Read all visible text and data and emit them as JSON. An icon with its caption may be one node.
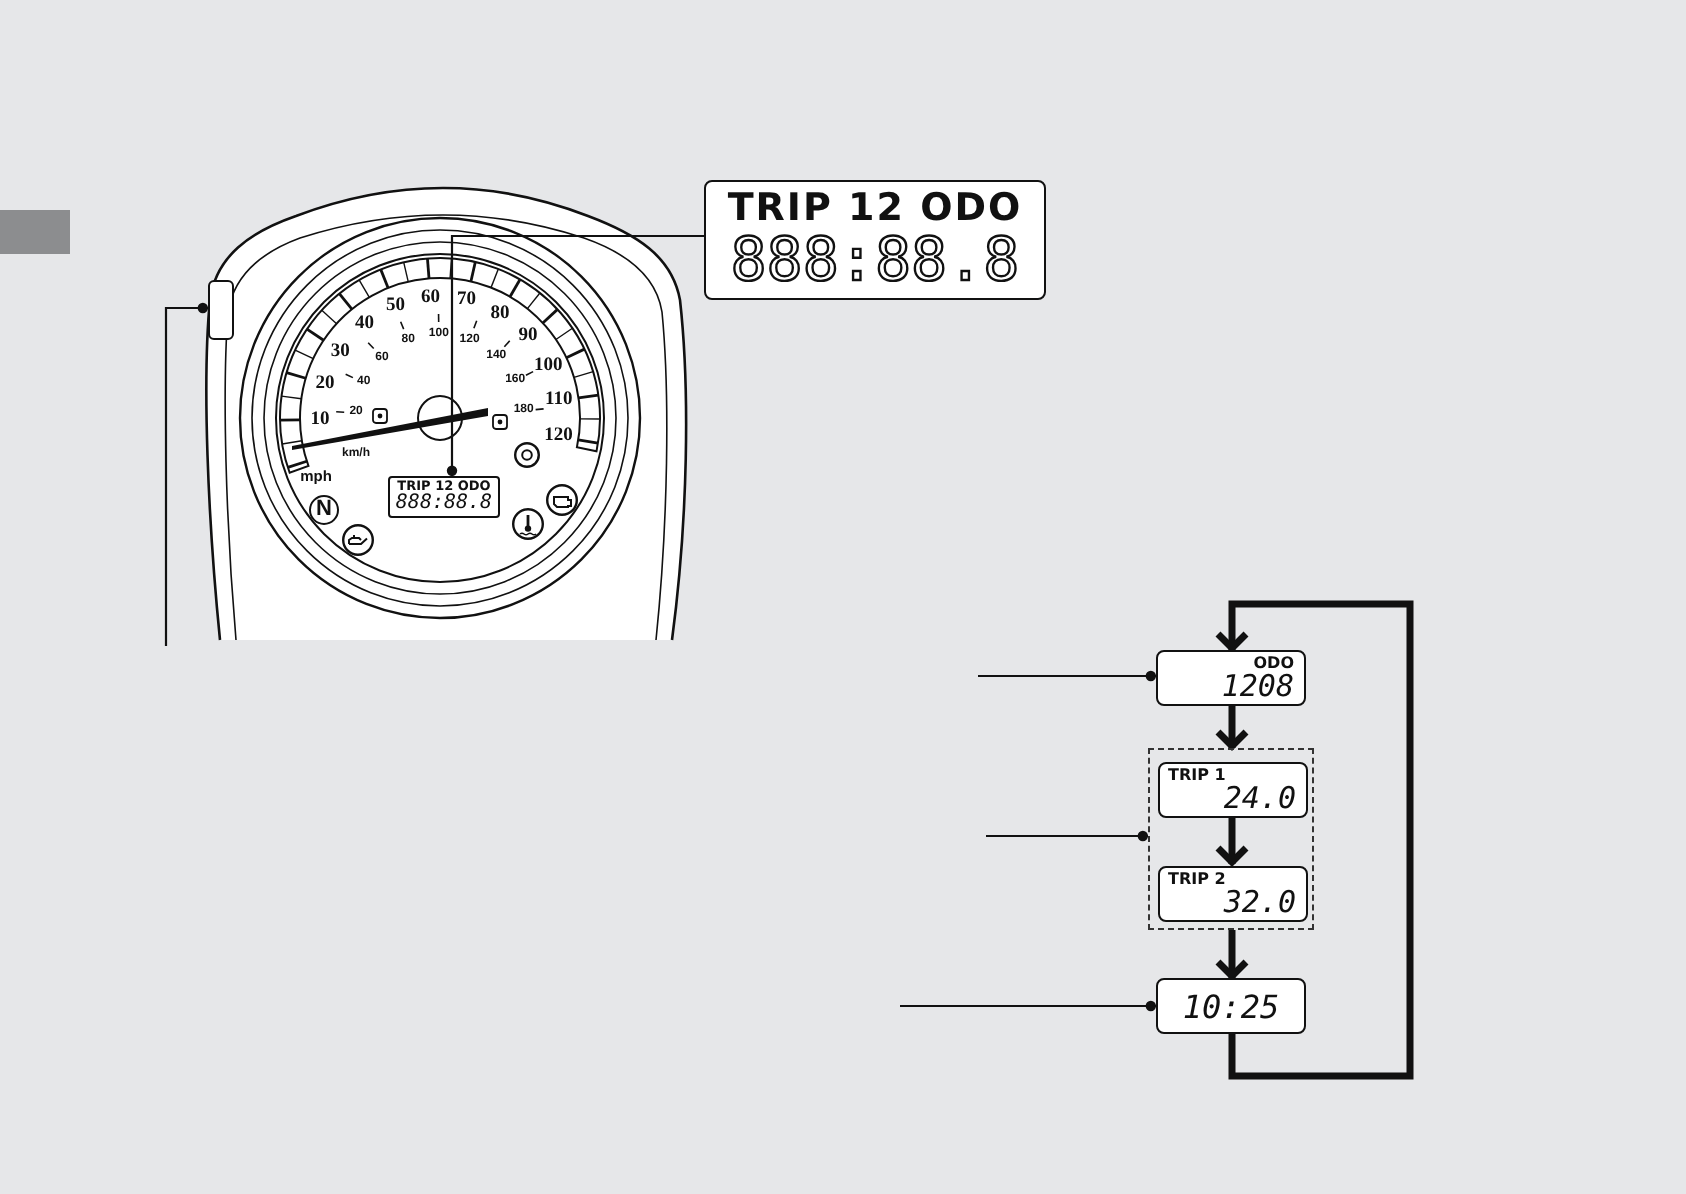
{
  "diagram": {
    "nodes": [
      {
        "text": [
          "TRIP 12 ODO",
          "888:88.8"
        ]
      },
      {
        "text": [],
        "shape": "button"
      },
      {
        "text": [
          "TRIP 12 ODO",
          "888:88.8"
        ]
      },
      {
        "text": [
          "ODO",
          "1208"
        ]
      },
      {
        "text": [],
        "shape": "box"
      },
      {
        "text": [
          "TRIP 1",
          "24.0"
        ],
        "in": 4
      },
      {
        "text": [
          "TRIP 2",
          "32.0"
        ],
        "in": 4
      },
      {
        "text": [
          "10:25"
        ]
      }
    ],
    "edges": [
      {
        "from": 0,
        "to": 2,
        "arrow": "other"
      },
      {
        "from": null,
        "to": 1,
        "arrow": "other"
      },
      {
        "from": 3,
        "to": 4,
        "arrow": "to",
        "style": "thick"
      },
      {
        "from": 5,
        "to": 6,
        "arrow": "to",
        "style": "thick"
      },
      {
        "from": 4,
        "to": 7,
        "arrow": "to",
        "style": "thick"
      },
      {
        "from": 7,
        "to": 3,
        "arrow": "to",
        "style": "thick"
      },
      {
        "from": null,
        "to": 3,
        "arrow": "other"
      },
      {
        "from": null,
        "to": 4,
        "arrow": "other"
      },
      {
        "from": null,
        "to": 7,
        "arrow": "other"
      }
    ],
    "labels": [
      "10",
      "20",
      "30",
      "40",
      "50",
      "60",
      "70",
      "80",
      "90",
      "100",
      "110",
      "120",
      "20",
      "40",
      "60",
      "80",
      "100",
      "120",
      "140",
      "160",
      "180",
      "km/h",
      "mph",
      "N"
    ]
  }
}
